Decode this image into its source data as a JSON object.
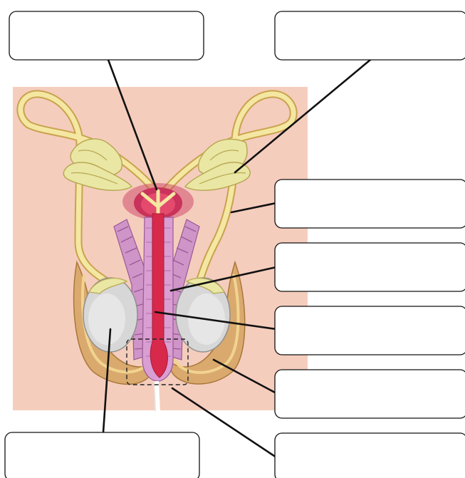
{
  "colors": {
    "background_panel": "#f5cdbd",
    "duct": "#f4e7a2",
    "duct_outline": "#c9a24e",
    "gland": "#e9e7a3",
    "prostate": "#c9325a",
    "urethra": "#d8294b",
    "erectile_tissue": "#cf94c8",
    "testis": "#d7d7d7",
    "scrotum": "#d9a96d"
  },
  "labels": [
    {
      "id": "top-left",
      "text": ""
    },
    {
      "id": "top-right",
      "text": ""
    },
    {
      "id": "right-1",
      "text": ""
    },
    {
      "id": "right-2",
      "text": ""
    },
    {
      "id": "right-3",
      "text": ""
    },
    {
      "id": "right-4",
      "text": ""
    },
    {
      "id": "bottom-right",
      "text": ""
    },
    {
      "id": "bottom-left",
      "text": ""
    }
  ]
}
